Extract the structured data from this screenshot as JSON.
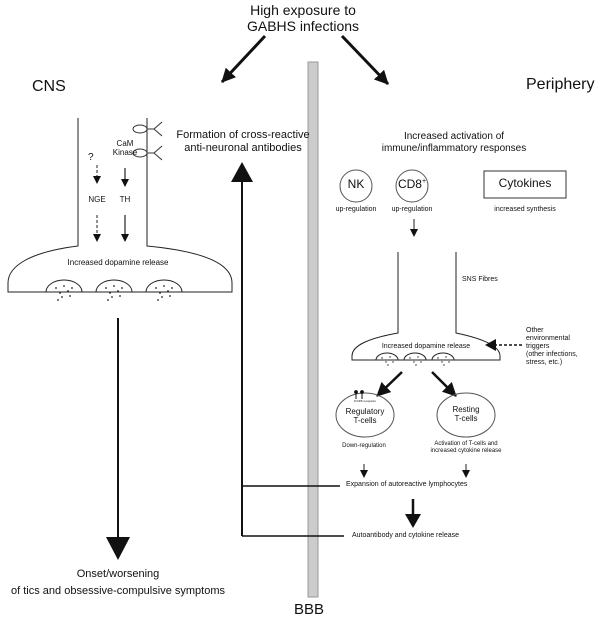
{
  "top_title": [
    "High exposure to",
    "GABHS infections"
  ],
  "cns_label": "CNS",
  "periphery_label": "Periphery",
  "bbb_label": "BBB",
  "cns": {
    "unknown_marker": "?",
    "camk_label": [
      "CaM",
      "Kinase"
    ],
    "nge_label": "NGE",
    "th_label": "TH",
    "dopamine_release": "Increased dopamine release",
    "outcome": [
      "Onset/worsening",
      "of tics and obsessive-compulsive symptoms"
    ]
  },
  "antibodies": [
    "Formation of cross-reactive",
    "anti-neuronal antibodies"
  ],
  "periphery": {
    "immune_activation": [
      "Increased activation of",
      "immune/inflammatory responses"
    ],
    "nk": {
      "label": "NK",
      "sub": "up-regulation"
    },
    "cd8": {
      "label": "CD8",
      "sup": "+",
      "sub": "up-regulation"
    },
    "cytokines": {
      "label": "Cytokines",
      "sub": "increased synthesis"
    },
    "sns_fibres": "SNS Fibres",
    "dopamine_release": "Increased dopamine release",
    "env_triggers": [
      "Other",
      "environmental",
      "triggers",
      "(other infections,",
      "stress, etc.)"
    ],
    "receptor_label": "D1/D5 receptors",
    "regulatory": {
      "label": [
        "Regulatory",
        "T-cells"
      ],
      "sub": "Down-regulation"
    },
    "resting": {
      "label": [
        "Resting",
        "T-cells"
      ],
      "sub": [
        "Activation of T-cells and",
        "increased cytokine release"
      ]
    },
    "expansion": "Expansion of autoreactive lymphocytes",
    "autoantibody": "Autoantibody and cytokine release"
  }
}
